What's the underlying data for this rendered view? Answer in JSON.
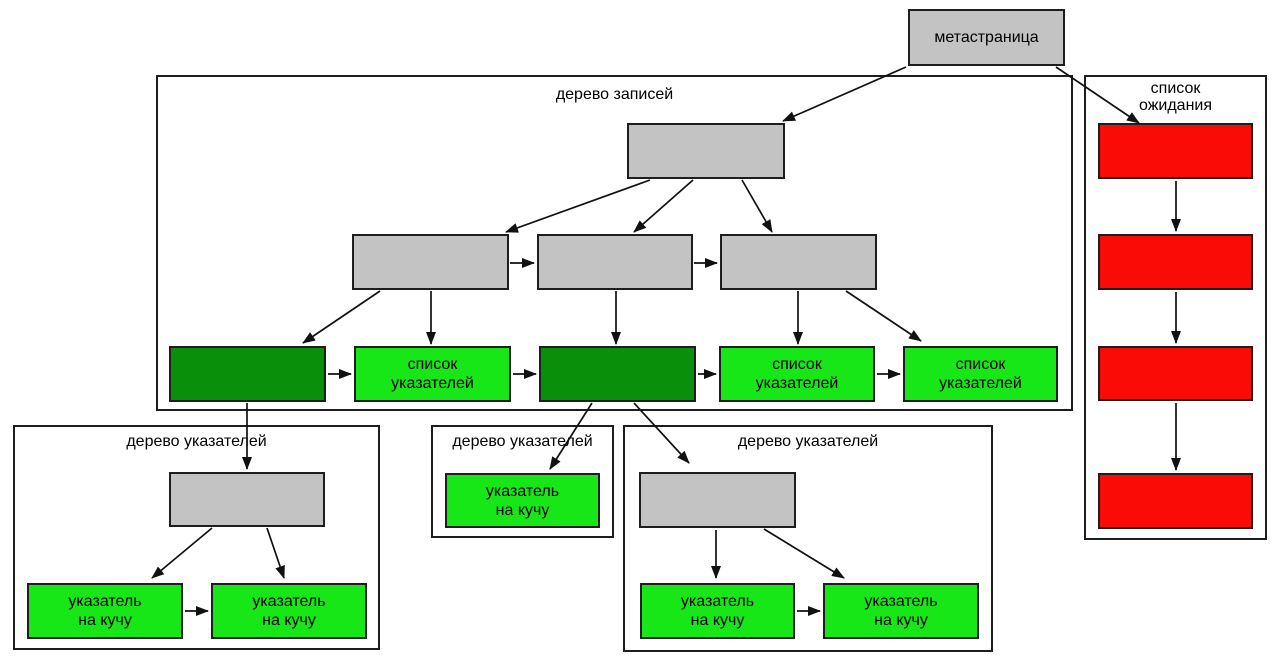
{
  "colors": {
    "node_gray": "#c3c3c3",
    "node_dark_green": "#0a8f0a",
    "node_bright_green": "#17e617",
    "node_red": "#fa0b06",
    "background": "#ffffff",
    "outline": "#1e1e1e"
  },
  "meta_node": {
    "label": "метастраница"
  },
  "records_tree": {
    "title": "дерево записей",
    "pointer_list_label": "список\nуказателей"
  },
  "pointer_trees": {
    "left": {
      "title": "дерево указателей",
      "heap_pointer_label": "указатель\nна кучу"
    },
    "middle": {
      "title": "дерево указателей",
      "heap_pointer_label": "указатель\nна кучу"
    },
    "right": {
      "title": "дерево указателей",
      "heap_pointer_label": "указатель\nна кучу"
    }
  },
  "waiting_list": {
    "title": "список\nожидания"
  }
}
